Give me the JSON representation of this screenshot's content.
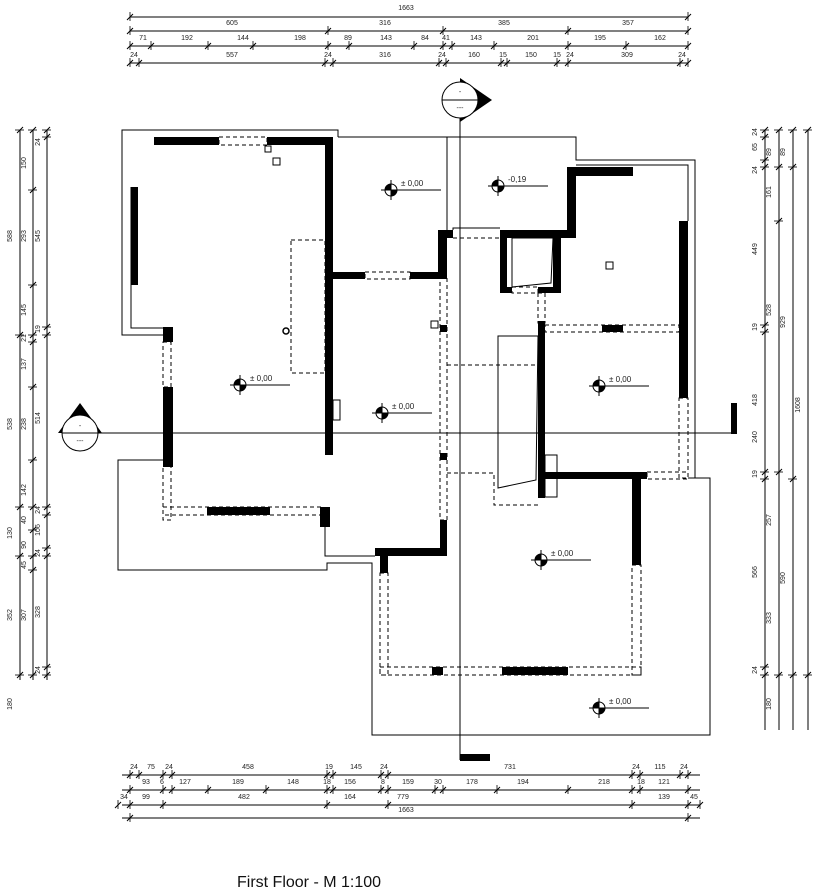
{
  "title": "First Floor - M 1:100",
  "dimensions": {
    "top": [
      [
        "1663"
      ],
      [
        "605",
        "316",
        "385",
        "357"
      ],
      [
        "71",
        "192",
        "144",
        "198",
        "89",
        "143",
        "84",
        "41",
        "143",
        "201",
        "195",
        "162"
      ],
      [
        "24",
        "557",
        "24",
        "316",
        "24",
        "160",
        "15",
        "150",
        "15",
        "24",
        "309",
        "24"
      ]
    ],
    "bottom": [
      [
        "24",
        "75",
        "24",
        "458",
        "19",
        "145",
        "24",
        "731",
        "24",
        "115",
        "24"
      ],
      [
        "93",
        "6",
        "127",
        "189",
        "148",
        "18",
        "156",
        "8",
        "159",
        "30",
        "178",
        "194",
        "218",
        "18",
        "121"
      ],
      [
        "34",
        "99",
        "482",
        "164",
        "779",
        "139",
        "45"
      ],
      [
        "1663"
      ]
    ],
    "left": [
      [
        "588",
        "538",
        "130",
        "352",
        "180"
      ],
      [
        "150",
        "293",
        "145",
        "21",
        "137",
        "238",
        "142",
        "40",
        "90",
        "45",
        "307"
      ],
      [
        "24",
        "545",
        "19",
        "514",
        "24",
        "106",
        "24",
        "328",
        "24"
      ]
    ],
    "right": [
      [
        "24",
        "65",
        "24",
        "449",
        "19",
        "418",
        "240",
        "19",
        "566",
        "24"
      ],
      [
        "89",
        "161",
        "528",
        "257",
        "333",
        "180"
      ],
      [
        "89",
        "929",
        "590"
      ],
      [
        "1608"
      ]
    ]
  },
  "levels": [
    "± 0,00",
    "± 0,00",
    "-0,19",
    "± 0,00",
    "± 0,00",
    "± 0,00",
    "± 0,00"
  ],
  "section_markers": {
    "top": {
      "upper": "-",
      "lower": "---"
    },
    "left": {
      "upper": "-",
      "lower": "---"
    }
  }
}
